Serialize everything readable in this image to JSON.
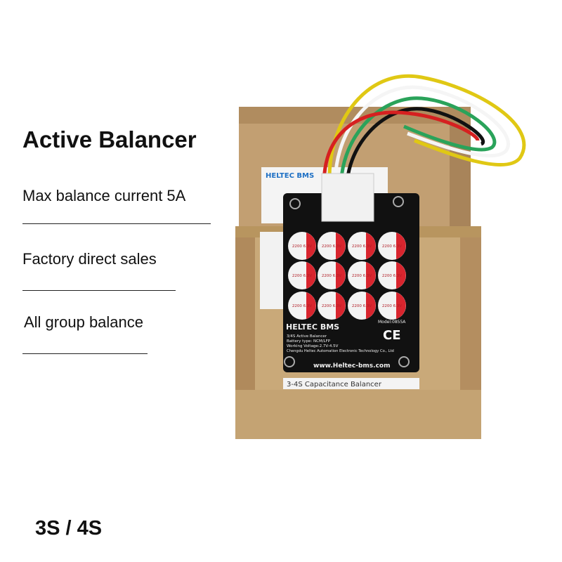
{
  "title": "Active Balancer",
  "features": [
    "Max balance current  5A",
    "Factory  direct  sales",
    "All group balance"
  ],
  "variant": "3S / 4S",
  "product": {
    "brand_logo": "HELTEC BMS",
    "model": "Model:0855A",
    "board_lines": [
      "3/4S Active Balancer",
      "Battery type: NCM/LFP",
      "Working Voltage:2.7V-4.5V",
      "Chengdu Heltec Automation Electronic Technology Co., Ltd"
    ],
    "website": "www.Heltec-bms.com",
    "capacitor_label": "2200 6.3V",
    "box_label": "3-4S Capacitance Balancer",
    "colors": {
      "pcb": "#111111",
      "box": "#c4a57a",
      "capacitor_red": "#d8252e"
    }
  }
}
